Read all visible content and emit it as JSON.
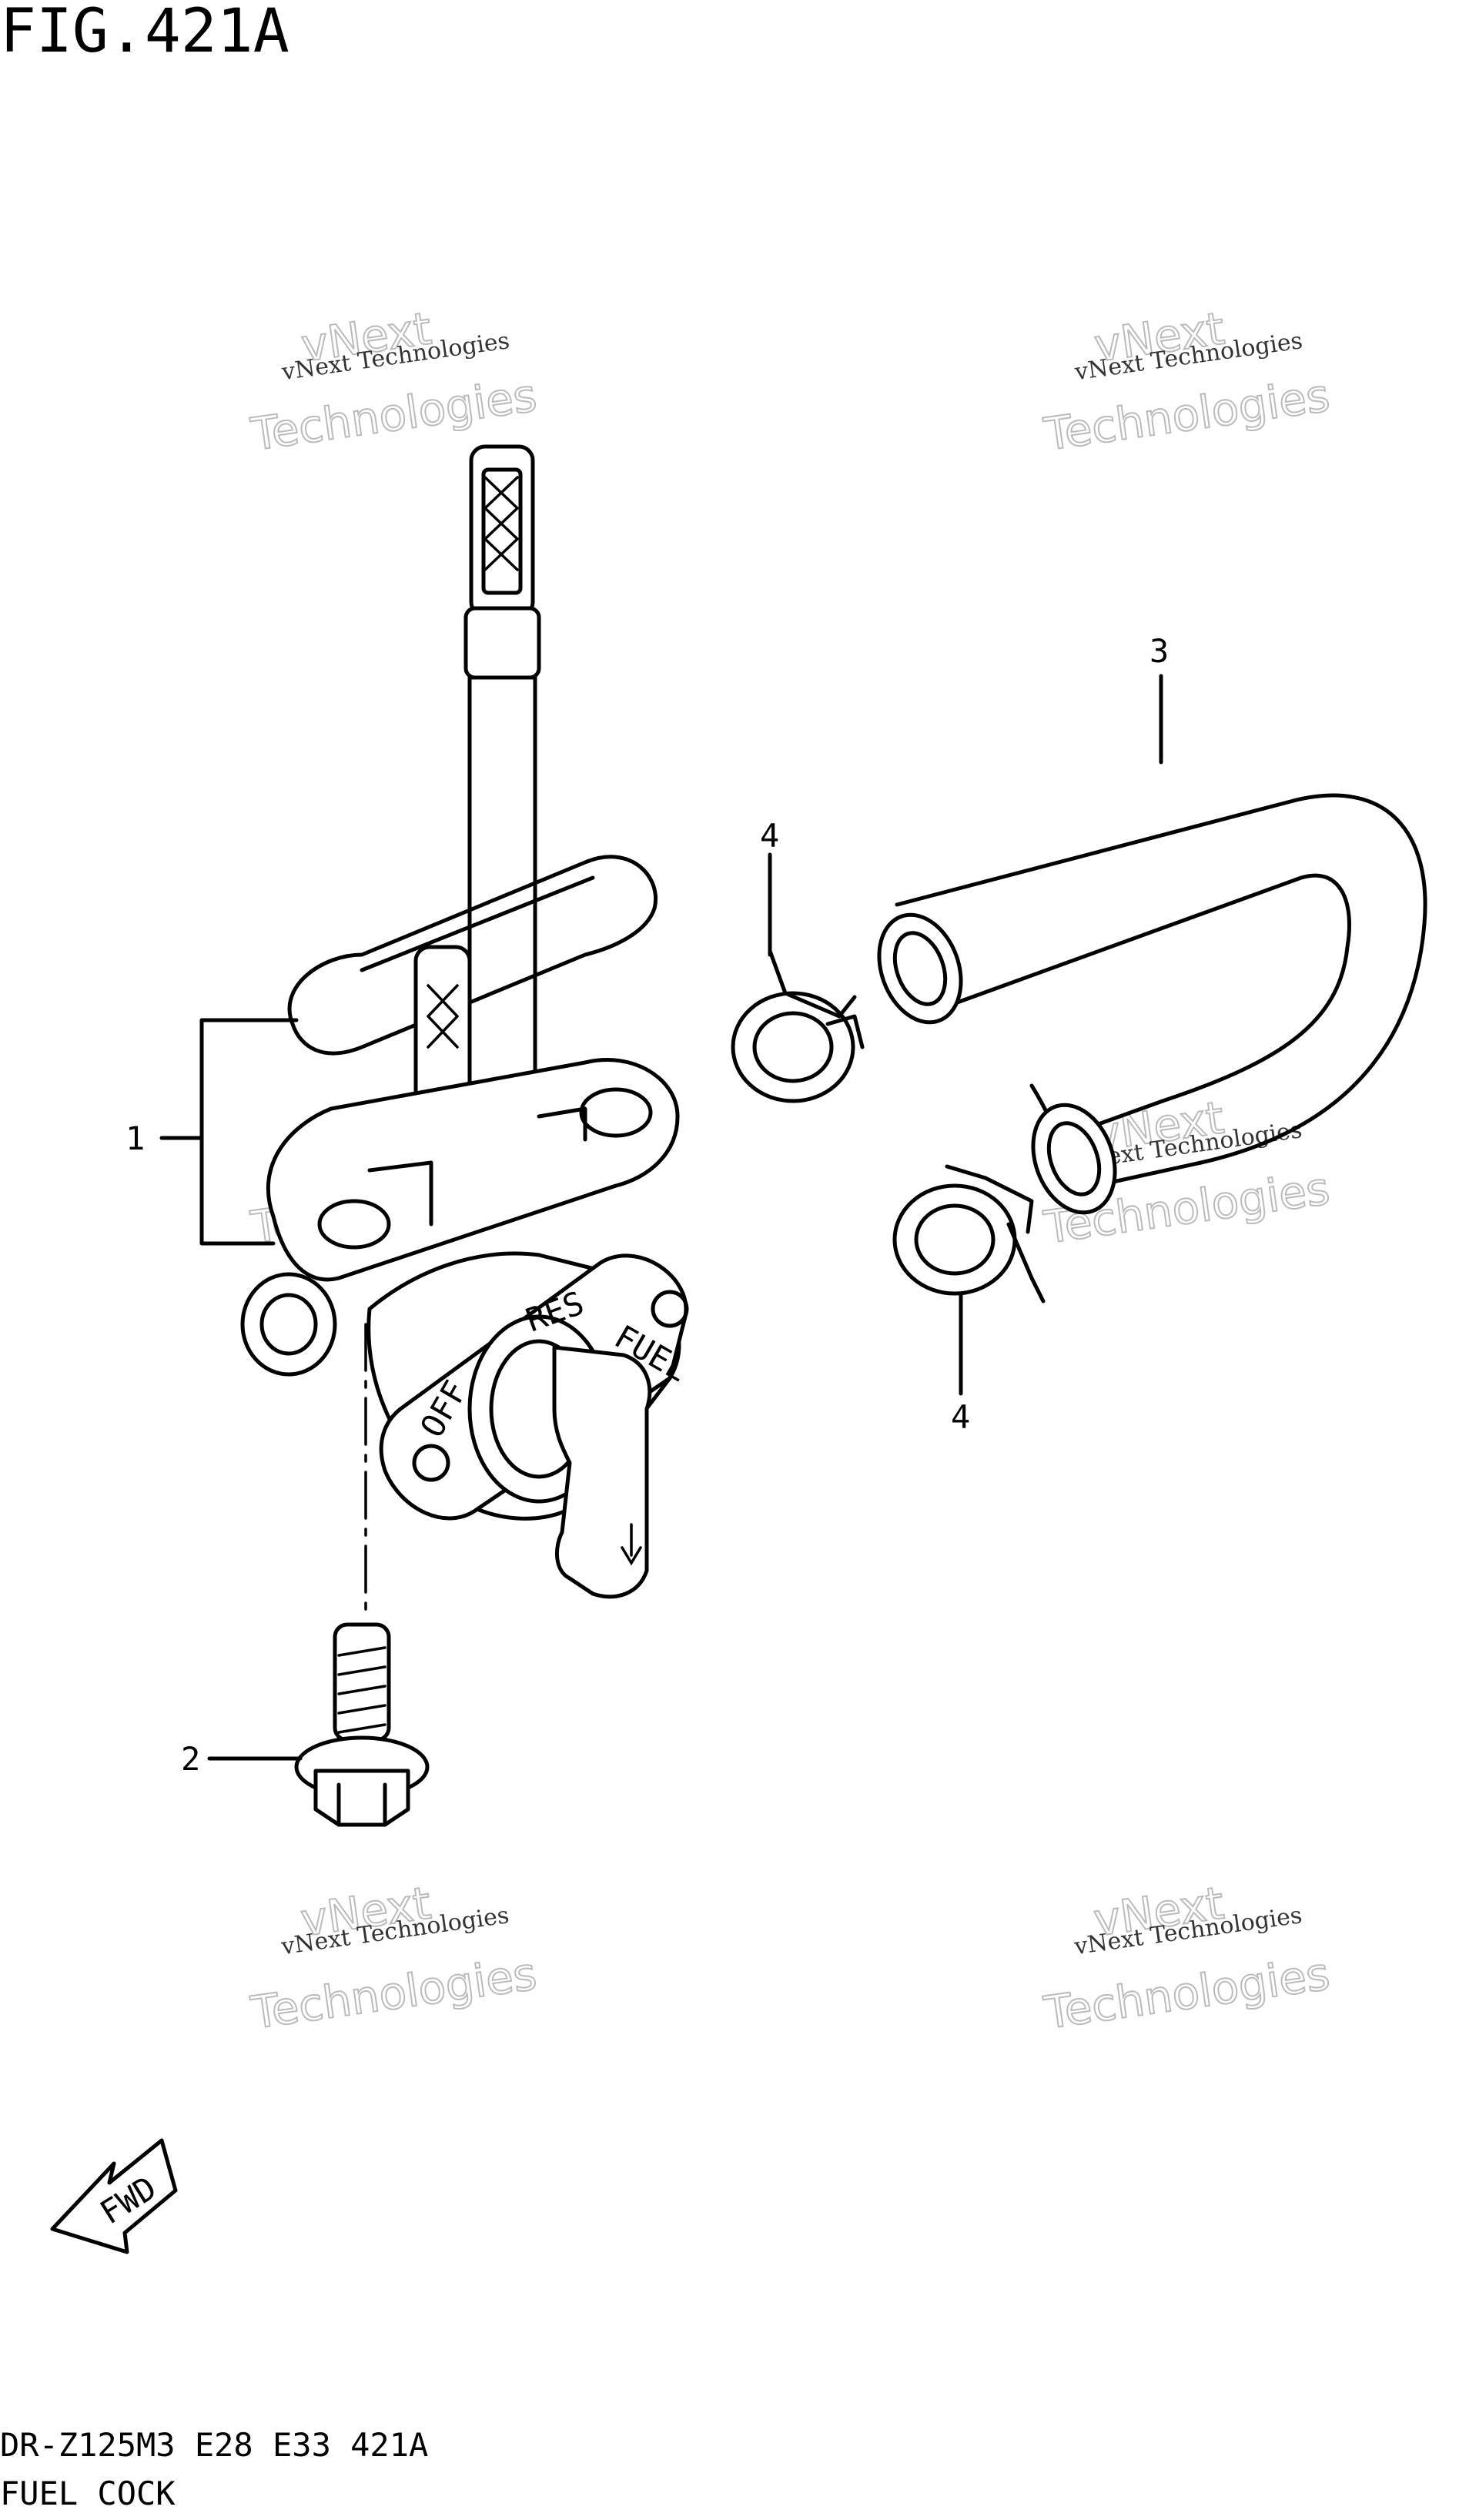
{
  "figure": {
    "title": "FIG.421A",
    "model_line": "DR-Z125M3 E28 E33 421A",
    "name": "FUEL COCK"
  },
  "callouts": {
    "c1": "1",
    "c2": "2",
    "c3": "3",
    "c4a": "4",
    "c4b": "4"
  },
  "cock_labels": {
    "res": "RES",
    "fuel": "FUEL",
    "off": "OFF"
  },
  "fwd_label": "FWD",
  "watermark": {
    "small": "vNext Technologies",
    "big_top": "vNext",
    "big_bottom": "Technologies"
  }
}
